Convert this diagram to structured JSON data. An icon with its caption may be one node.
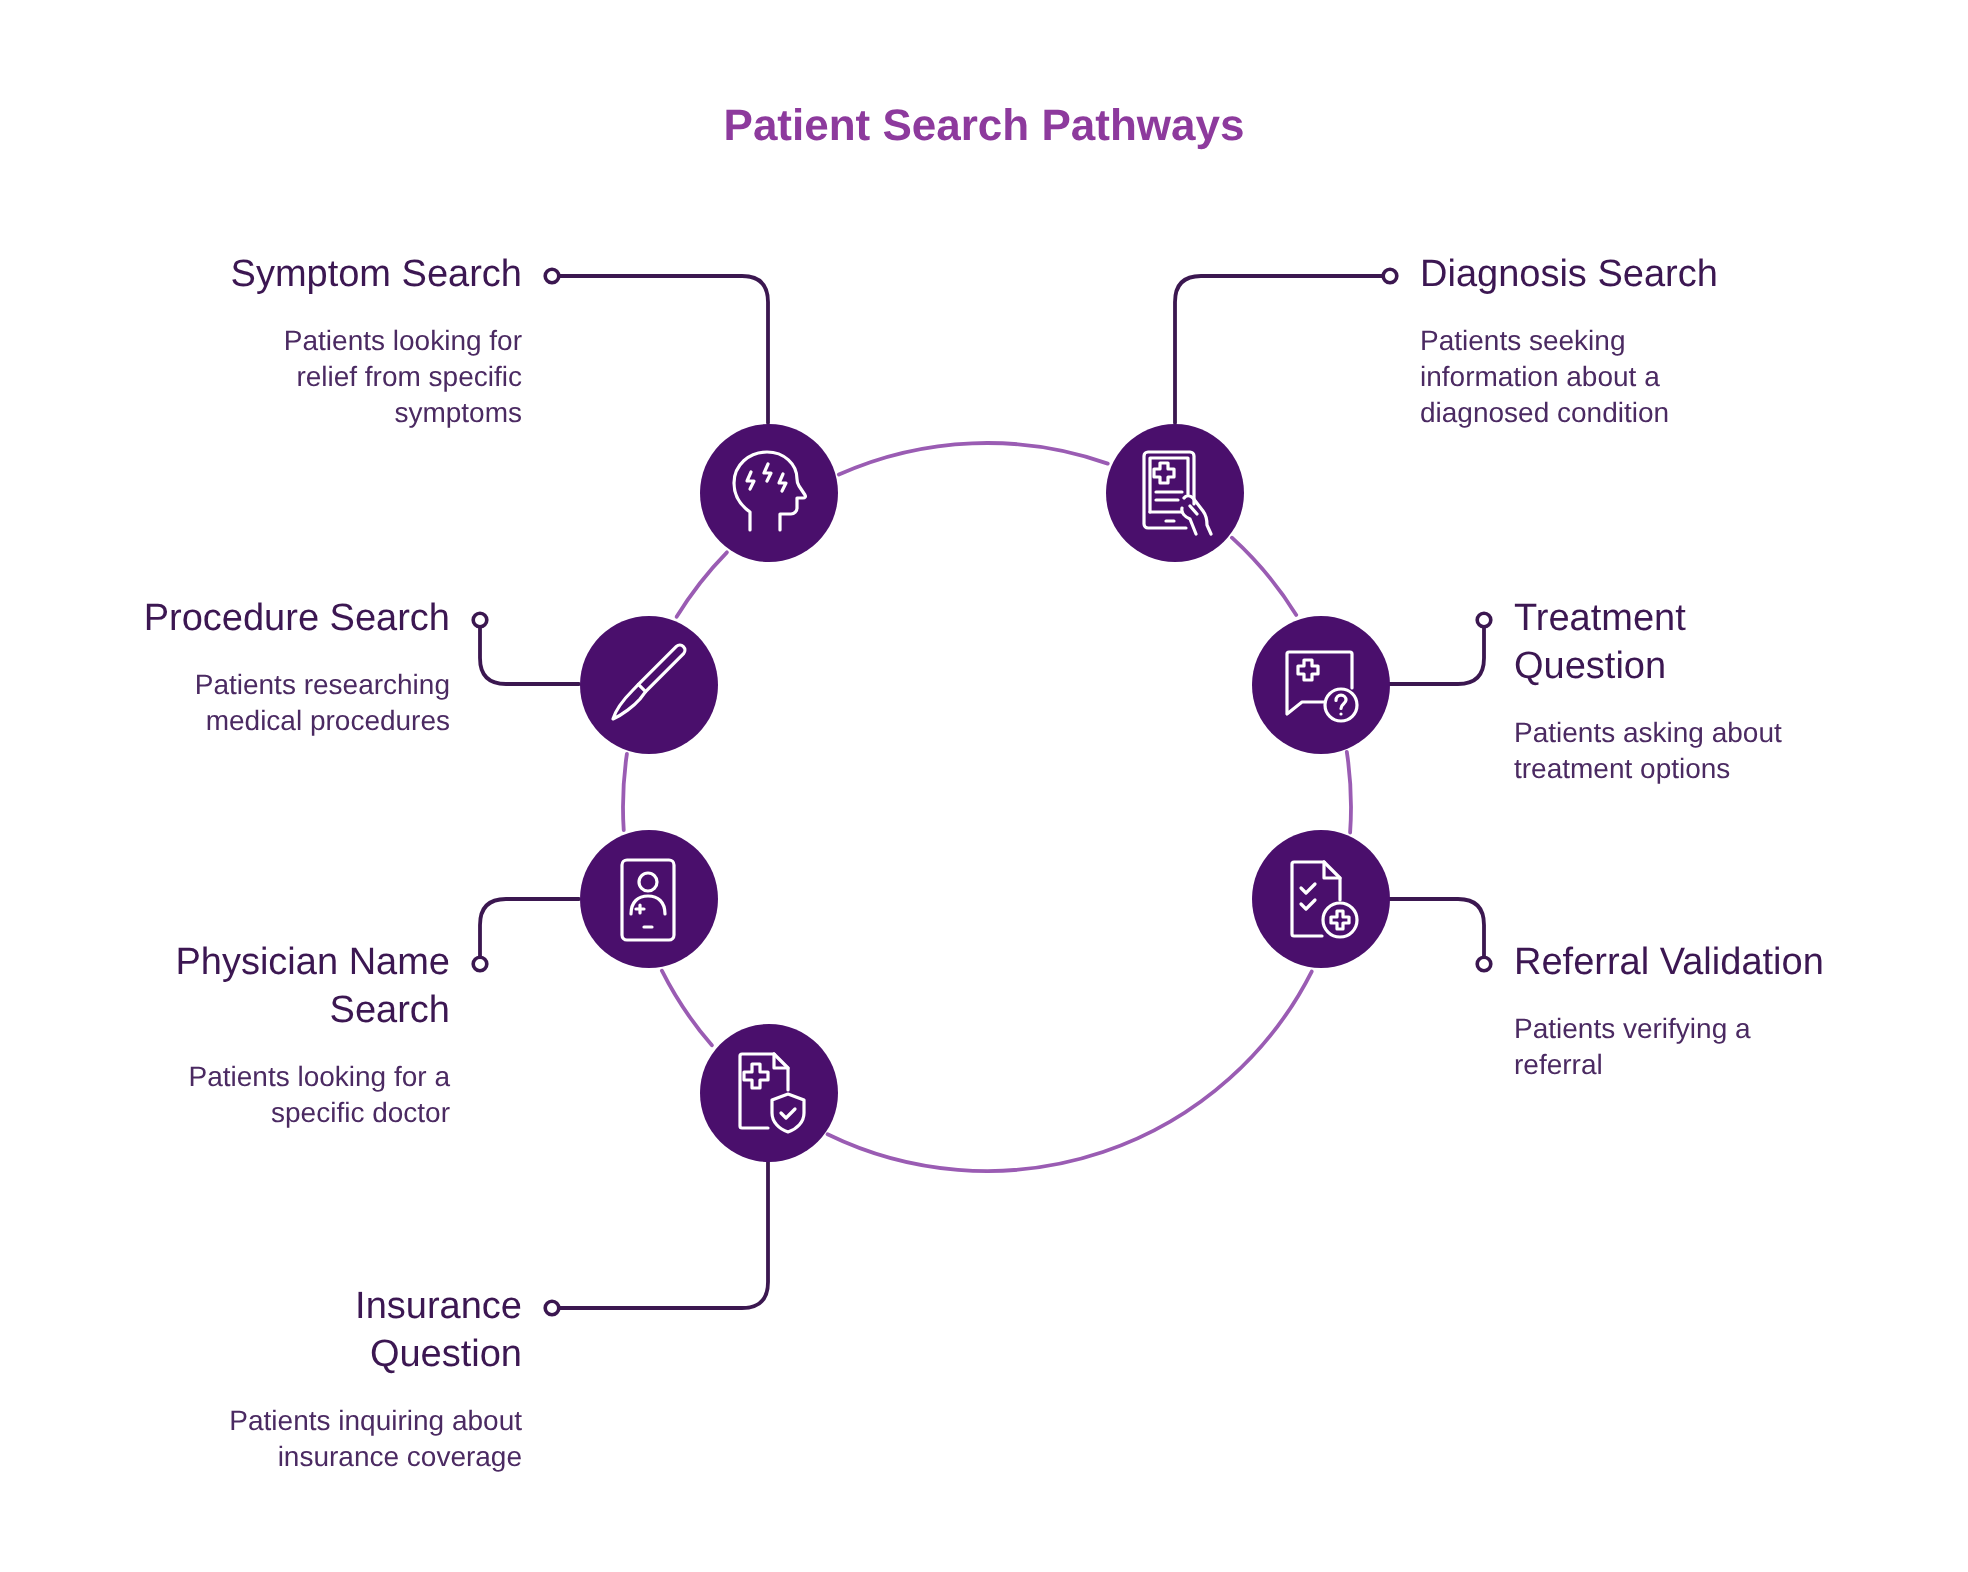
{
  "diagram": {
    "title": "Patient Search Pathways",
    "nodes": [
      {
        "text": [
          "Symptom Search",
          "Patients looking for relief from specific symptoms"
        ]
      },
      {
        "text": [],
        "shape": "circle"
      },
      {
        "text": [
          "Diagnosis Search",
          "Patients seeking information about a diagnosed condition"
        ]
      },
      {
        "text": [],
        "shape": "circle"
      },
      {
        "text": [
          "Procedure Search",
          "Patients researching medical procedures"
        ]
      },
      {
        "text": [],
        "shape": "circle"
      },
      {
        "text": [
          "Treatment Question",
          "Patients asking about treatment options"
        ]
      },
      {
        "text": [],
        "shape": "circle"
      },
      {
        "text": [
          "Physician Name Search",
          "Patients looking for a specific doctor"
        ]
      },
      {
        "text": [],
        "shape": "circle"
      },
      {
        "text": [
          "Referral Validation",
          "Patients verifying a referral"
        ]
      },
      {
        "text": [],
        "shape": "circle"
      },
      {
        "text": [
          "Insurance Question",
          "Patients inquiring about insurance coverage"
        ]
      },
      {
        "text": [],
        "shape": "circle"
      }
    ],
    "edges": [
      {
        "from": 1,
        "to": 0,
        "arrow": "other"
      },
      {
        "from": 3,
        "to": 2,
        "arrow": "other"
      },
      {
        "from": 5,
        "to": 4,
        "arrow": "other"
      },
      {
        "from": 7,
        "to": 6,
        "arrow": "other"
      },
      {
        "from": 9,
        "to": 8,
        "arrow": "other"
      },
      {
        "from": 11,
        "to": 10,
        "arrow": "other"
      },
      {
        "from": 13,
        "to": 12,
        "arrow": "other"
      },
      {
        "from": 1,
        "to": 3,
        "arrow": "none",
        "color": "#9a5cb3"
      },
      {
        "from": 3,
        "to": 7,
        "arrow": "none",
        "color": "#9a5cb3"
      },
      {
        "from": 7,
        "to": 11,
        "arrow": "none",
        "color": "#9a5cb3"
      },
      {
        "from": 11,
        "to": 13,
        "arrow": "none",
        "color": "#9a5cb3"
      },
      {
        "from": 13,
        "to": 9,
        "arrow": "none",
        "color": "#9a5cb3"
      },
      {
        "from": 9,
        "to": 5,
        "arrow": "none",
        "color": "#9a5cb3"
      },
      {
        "from": 5,
        "to": 1,
        "arrow": "none",
        "color": "#9a5cb3"
      }
    ]
  }
}
